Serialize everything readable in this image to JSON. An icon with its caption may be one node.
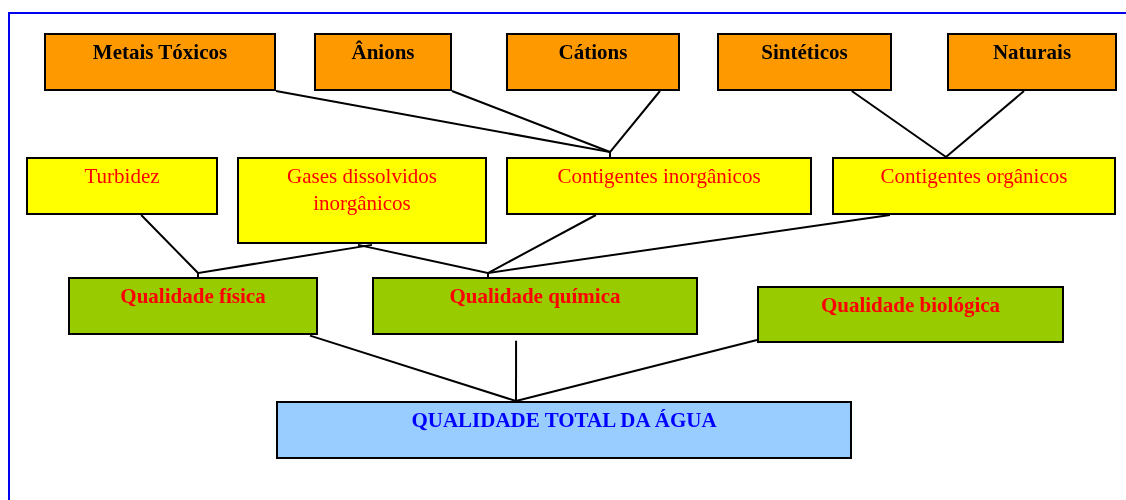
{
  "diagram": {
    "nodes": [
      {
        "text": [
          "Metais Tóxicos"
        ]
      },
      {
        "text": [
          "Ânions"
        ]
      },
      {
        "text": [
          "Cátions"
        ]
      },
      {
        "text": [
          "Sintéticos"
        ]
      },
      {
        "text": [
          "Naturais"
        ]
      },
      {
        "text": [
          "Turbidez"
        ]
      },
      {
        "text": [
          "Gases dissolvidos inorgânicos"
        ]
      },
      {
        "text": [
          "Contigentes inorgânicos"
        ]
      },
      {
        "text": [
          "Contigentes orgânicos"
        ]
      },
      {
        "text": [
          "Qualidade física"
        ]
      },
      {
        "text": [
          "Qualidade química"
        ]
      },
      {
        "text": [
          "Qualidade biológica"
        ]
      },
      {
        "text": [
          "QUALIDADE TOTAL DA ÁGUA"
        ]
      }
    ],
    "edges": [
      {
        "from": 0,
        "to": 7,
        "arrow": "none"
      },
      {
        "from": 1,
        "to": 7,
        "arrow": "none"
      },
      {
        "from": 2,
        "to": 7,
        "arrow": "none"
      },
      {
        "from": 3,
        "to": 8,
        "arrow": "none"
      },
      {
        "from": 4,
        "to": 8,
        "arrow": "none"
      },
      {
        "from": 5,
        "to": 9,
        "arrow": "none"
      },
      {
        "from": 6,
        "to": 9,
        "arrow": "none"
      },
      {
        "from": 6,
        "to": 10,
        "arrow": "none"
      },
      {
        "from": 7,
        "to": 10,
        "arrow": "none"
      },
      {
        "from": 8,
        "to": 10,
        "arrow": "none"
      },
      {
        "from": 9,
        "to": 12,
        "arrow": "none"
      },
      {
        "from": 10,
        "to": 12,
        "arrow": "none"
      },
      {
        "from": 11,
        "to": 12,
        "arrow": "none"
      }
    ]
  }
}
